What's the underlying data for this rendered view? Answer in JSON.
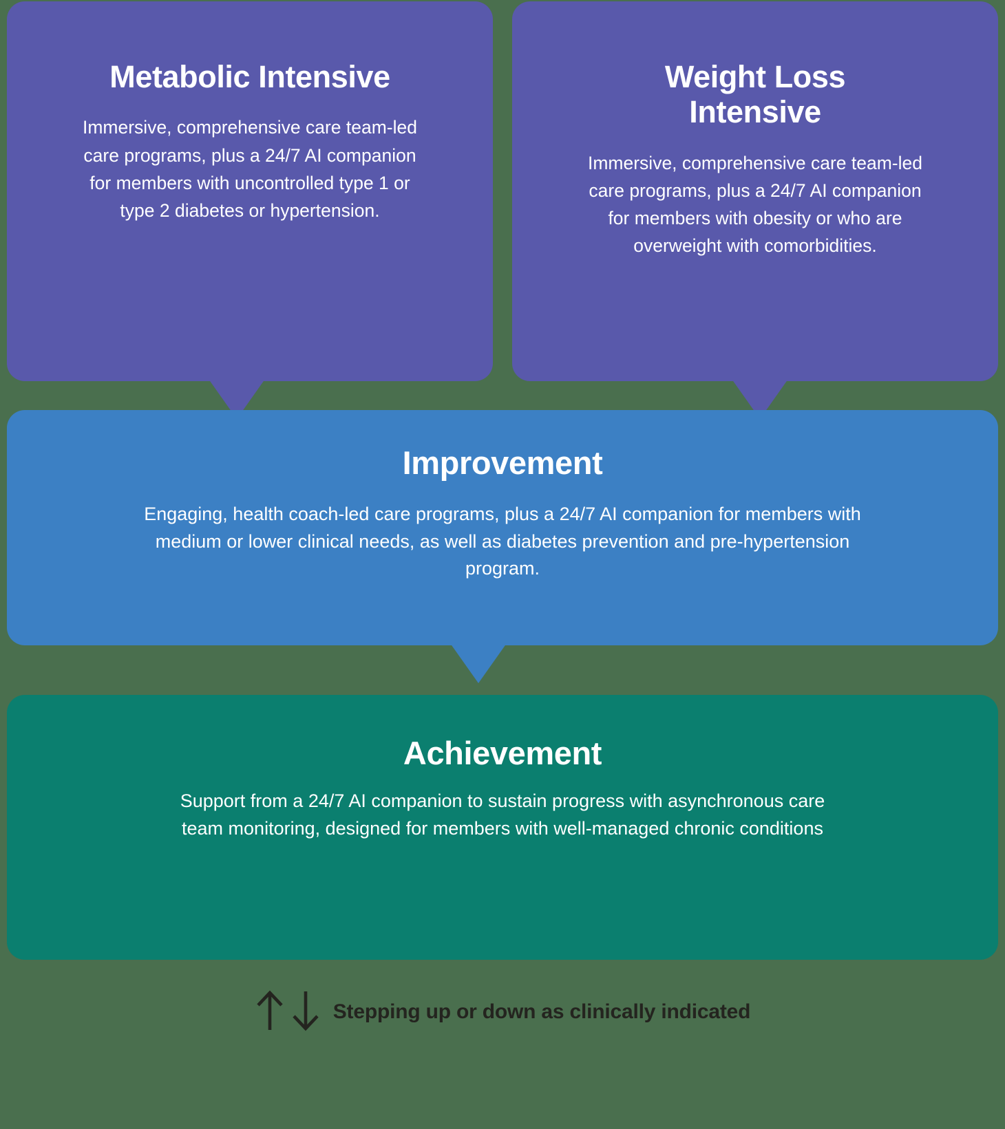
{
  "background_color": "#4a6f4e",
  "colors": {
    "intensive": "#5959ab",
    "improvement": "#3c80c4",
    "achievement": "#0b7f6f",
    "footer_text": "#24241f",
    "card_text": "#ffffff"
  },
  "tiers": {
    "metabolic_intensive": {
      "title": "Metabolic Intensive",
      "body": "Immersive, comprehensive care team-led care programs, plus a 24/7 AI companion for members with uncontrolled type 1 or type 2 diabetes or hypertension.",
      "color": "#5959ab"
    },
    "weight_loss_intensive": {
      "title": "Weight Loss Intensive",
      "body": "Immersive, comprehensive care team-led care programs, plus a 24/7 AI companion for members with obesity or who are overweight with comorbidities.",
      "color": "#5959ab"
    },
    "improvement": {
      "title": "Improvement",
      "body": "Engaging, health coach-led care programs, plus a 24/7 AI companion for members with medium or lower clinical needs, as well as diabetes prevention and pre-hypertension program.",
      "color": "#3c80c4"
    },
    "achievement": {
      "title": "Achievement",
      "body": "Support from a 24/7 AI companion to sustain progress with asynchronous care team monitoring, designed for members with well-managed chronic conditions",
      "color": "#0b7f6f"
    }
  },
  "footer": {
    "label": "Stepping up or down as clinically indicated",
    "icons": [
      "arrow-up-icon",
      "arrow-down-icon"
    ]
  }
}
